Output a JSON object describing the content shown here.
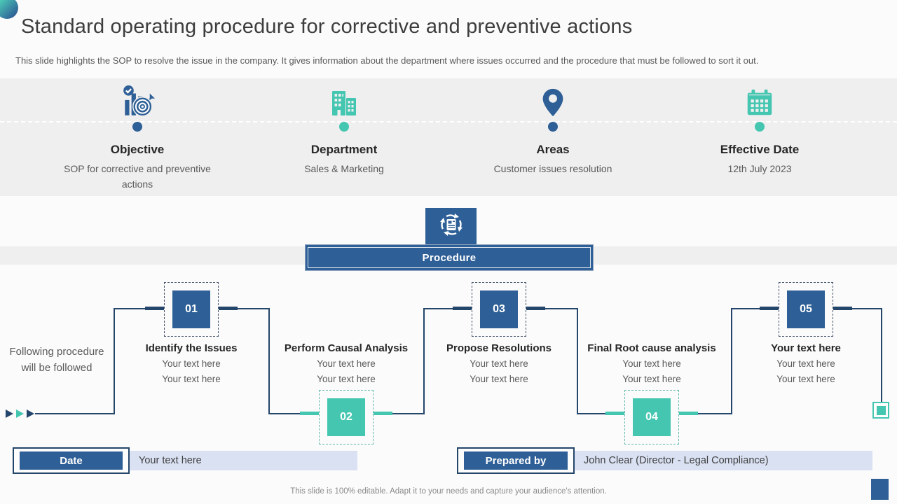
{
  "slide": {
    "title": "Standard operating procedure for corrective and preventive actions",
    "subtitle": "This slide highlights the SOP to resolve the issue in the company. It gives information about the department where issues occurred and the procedure that must be followed to sort it out.",
    "footer": "This slide is 100% editable. Adapt it to your needs and capture your audience's attention."
  },
  "info_cards": [
    {
      "icon": "target-bar-chart-icon",
      "accent": "#2e5f96",
      "label": "Objective",
      "value": "SOP for corrective and preventive actions"
    },
    {
      "icon": "buildings-icon",
      "accent": "#45c6b1",
      "label": "Department",
      "value": "Sales & Marketing"
    },
    {
      "icon": "map-pin-icon",
      "accent": "#2e5f96",
      "label": "Areas",
      "value": "Customer issues resolution"
    },
    {
      "icon": "calendar-icon",
      "accent": "#45c6b1",
      "label": "Effective Date",
      "value": "12th July 2023"
    }
  ],
  "procedure": {
    "icon": "document-cycle-icon",
    "banner_label": "Procedure"
  },
  "timeline": {
    "intro": "Following procedure will be followed",
    "steps": [
      {
        "number": "01",
        "title": "Identify the Issues",
        "lines": [
          "Your text here",
          "Your text here"
        ]
      },
      {
        "number": "02",
        "title": "Perform Causal Analysis",
        "lines": [
          "Your text here",
          "Your text here"
        ]
      },
      {
        "number": "03",
        "title": "Propose Resolutions",
        "lines": [
          "Your text here",
          "Your text here"
        ]
      },
      {
        "number": "04",
        "title": "Final Root cause analysis",
        "lines": [
          "Your text here",
          "Your text here"
        ]
      },
      {
        "number": "05",
        "title": "Your text here",
        "lines": [
          "Your text here",
          "Your text here"
        ]
      }
    ]
  },
  "fields": [
    {
      "label": "Date",
      "value": "Your text here"
    },
    {
      "label": "Prepared by",
      "value": "John Clear (Director - Legal Compliance)"
    }
  ],
  "colors": {
    "primary_blue": "#2e5f96",
    "teal": "#45c6b1",
    "line_navy": "#24466b",
    "band_gray": "#efefef",
    "bar_lavender": "#d9e1f2"
  }
}
